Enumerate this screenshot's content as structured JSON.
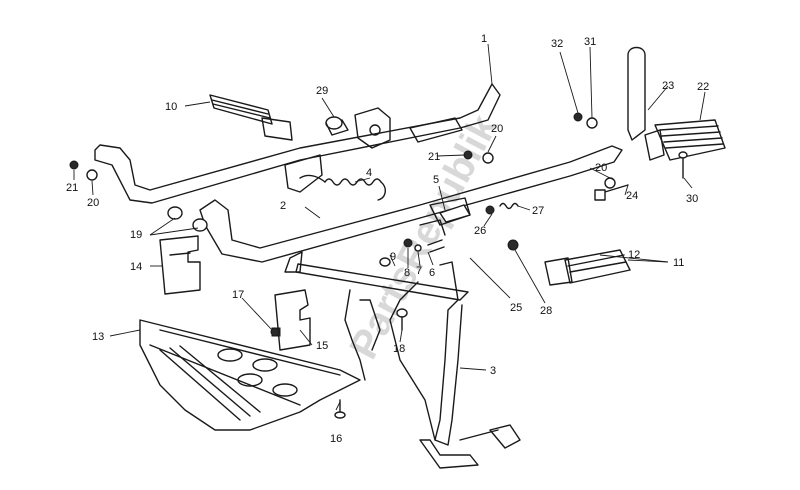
{
  "watermark": "PartsRepublik",
  "callouts": [
    {
      "id": "c1",
      "label": "1"
    },
    {
      "id": "c2",
      "label": "2"
    },
    {
      "id": "c3",
      "label": "3"
    },
    {
      "id": "c4",
      "label": "4"
    },
    {
      "id": "c5",
      "label": "5"
    },
    {
      "id": "c6",
      "label": "6"
    },
    {
      "id": "c7",
      "label": "7"
    },
    {
      "id": "c8",
      "label": "8"
    },
    {
      "id": "c9",
      "label": "9"
    },
    {
      "id": "c10",
      "label": "10"
    },
    {
      "id": "c11",
      "label": "11"
    },
    {
      "id": "c12",
      "label": "12"
    },
    {
      "id": "c13",
      "label": "13"
    },
    {
      "id": "c14",
      "label": "14"
    },
    {
      "id": "c15",
      "label": "15"
    },
    {
      "id": "c16",
      "label": "16"
    },
    {
      "id": "c17",
      "label": "17"
    },
    {
      "id": "c18",
      "label": "18"
    },
    {
      "id": "c19",
      "label": "19"
    },
    {
      "id": "c20a",
      "label": "20"
    },
    {
      "id": "c20b",
      "label": "20"
    },
    {
      "id": "c20c",
      "label": "20"
    },
    {
      "id": "c21a",
      "label": "21"
    },
    {
      "id": "c21b",
      "label": "21"
    },
    {
      "id": "c22",
      "label": "22"
    },
    {
      "id": "c23",
      "label": "23"
    },
    {
      "id": "c24",
      "label": "24"
    },
    {
      "id": "c25",
      "label": "25"
    },
    {
      "id": "c26",
      "label": "26"
    },
    {
      "id": "c27",
      "label": "27"
    },
    {
      "id": "c28",
      "label": "28"
    },
    {
      "id": "c29",
      "label": "29"
    },
    {
      "id": "c30",
      "label": "30"
    },
    {
      "id": "c31",
      "label": "31"
    },
    {
      "id": "c32",
      "label": "32"
    }
  ]
}
